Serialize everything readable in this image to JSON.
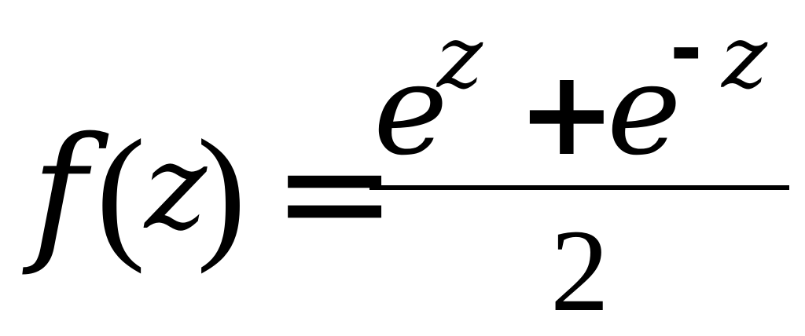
{
  "equation": {
    "lhs": {
      "function": "f",
      "open_paren": "(",
      "variable": "z",
      "close_paren": ")"
    },
    "equals": "=",
    "numerator": {
      "term1_base": "e",
      "term1_exponent": "z",
      "operator": "+",
      "term2_base": "e",
      "term2_exponent_sign": "-",
      "term2_exponent": "z"
    },
    "denominator": "2"
  }
}
